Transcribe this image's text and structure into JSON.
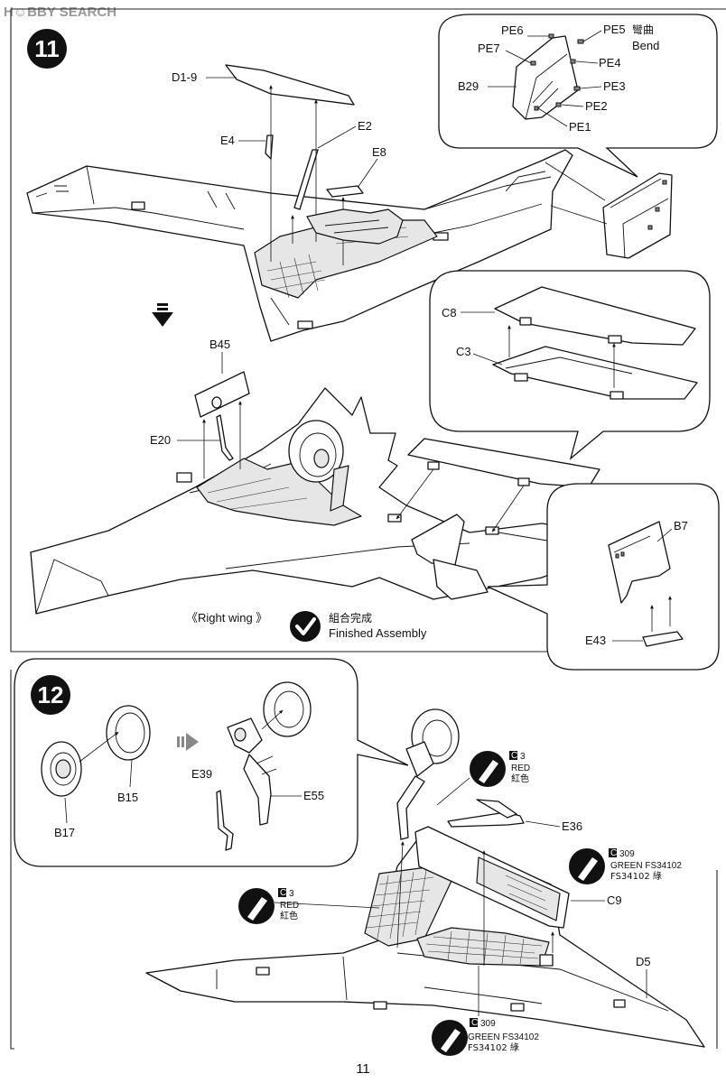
{
  "header": {
    "watermark": "H☺BBY SEARCH"
  },
  "page_number": "11",
  "step11": {
    "number": "11",
    "labels": {
      "D1_9": "D1-9",
      "E2": "E2",
      "E4": "E4",
      "E8": "E8",
      "B45": "B45",
      "E20": "E20",
      "C8": "C8",
      "C3": "C3",
      "B7": "B7",
      "E43": "E43",
      "PE1": "PE1",
      "PE2": "PE2",
      "PE3": "PE3",
      "PE4": "PE4",
      "PE5": "PE5",
      "PE6": "PE6",
      "PE7": "PE7",
      "B29": "B29",
      "bend_cn": "彎曲",
      "bend_en": "Bend"
    },
    "finished": {
      "wing": "《Right wing 》",
      "cn": "組合完成",
      "en": "Finished Assembly"
    }
  },
  "step12": {
    "number": "12",
    "labels": {
      "B15": "B15",
      "B17": "B17",
      "E39": "E39",
      "E55": "E55",
      "E36": "E36",
      "C9": "C9",
      "D5": "D5"
    },
    "paints": [
      {
        "code": "C",
        "num": "3",
        "name": "RED",
        "cn": "紅色"
      },
      {
        "code": "C",
        "num": "309",
        "name": "GREEN FS34102",
        "cn": "FS34102 綠"
      },
      {
        "code": "C",
        "num": "3",
        "name": "RED",
        "cn": "紅色"
      },
      {
        "code": "C",
        "num": "309",
        "name": "GREEN FS34102",
        "cn": "FS34102 綠"
      }
    ]
  }
}
